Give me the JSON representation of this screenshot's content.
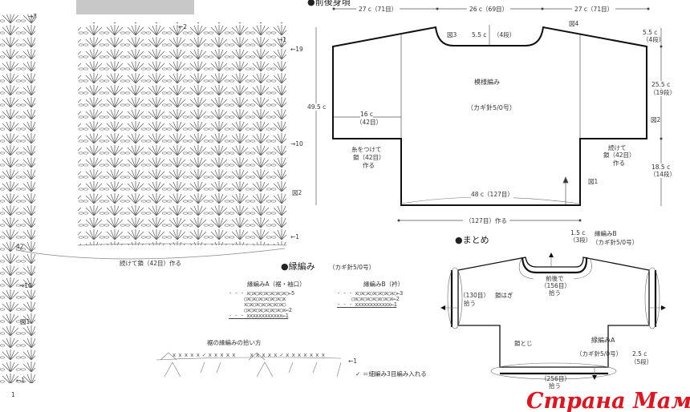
{
  "body_section": {
    "title": "●前後身頃",
    "widths": [
      "27 c（71目）",
      "26 c（69目）",
      "27 c（71目）"
    ],
    "fig3": "図3",
    "fig4": "図4",
    "fig2": "図2",
    "fig1": "図1",
    "neck_depth": "5.5 c",
    "neck_rows": "（4段）",
    "shoulder_drop": "5.5 c",
    "shoulder_rows": "（4段）",
    "upper_height": "25.5 c",
    "upper_rows": "（19段）",
    "lower_height": "18.5 c",
    "lower_rows": "（14段）",
    "total_height": "49.5 c",
    "pattern_name": "模様編み",
    "hook": "（カギ針5/0号）",
    "sleeve_depth": "16 c",
    "sleeve_sts": "（42目）",
    "left_chain": [
      "糸をつけて",
      "鎖（42目）",
      "作る"
    ],
    "right_chain": [
      "続けて",
      "鎖（42目）",
      "作る"
    ],
    "bottom_width": "48 c（127目）",
    "foundation": "（127目）作る"
  },
  "finishing_section": {
    "title": "●まとめ",
    "collar_height": "1.5 c",
    "collar_rows": "（3段）",
    "edge_b": "縁編みB",
    "edge_b_hook": "（カギ針5/0号）",
    "neck_pickup": [
      "前後で",
      "（156目）",
      "拾う"
    ],
    "cuff_pickup": [
      "（130目）",
      "拾う"
    ],
    "chain_join": "鎖はぎ",
    "chain_seam": "鎖とじ",
    "edge_a": "縁編みA",
    "edge_a_hook": "（カギ針5/0号）",
    "hem_height": "2.5 c",
    "hem_rows": "（5段）",
    "hem_pickup": [
      "（256目）",
      "拾う"
    ]
  },
  "stitch_chart": {
    "row_labels": [
      "→3",
      "←2",
      "→1",
      "←19",
      "→10",
      "図2",
      "←1",
      "42"
    ],
    "foundation": "続けて鎖（42目）作る",
    "left_labels": [
      "→10",
      "図1",
      "←1",
      "1"
    ]
  },
  "edging": {
    "title": "●縁編み",
    "hook": "（カギ針5/0号）",
    "a_title": "縁編みA（裾・袖口）",
    "a_rows": [
      "- - - x○x○x○x○x○x○x○←5",
      "○x○x○x○x○x○x○x",
      "x○x○x○x○x○x○x○",
      "○x○x○x○x○x○x○x←2",
      "- - - xxxxxxxxxxxx←1"
    ],
    "b_title": "縁編みB（衿）",
    "b_rows": [
      "- - - x○x○x○x○x○x○x○←3",
      "○x○x○x○x○x○x○x←2",
      "- - - xxxxxxxxxxxx←1"
    ],
    "pickup_title": "裾の縁編みの拾い方",
    "pickup_row": "←1",
    "legend": "＝細編み3目編み入れる"
  },
  "watermark": "Страна Мам.ру"
}
